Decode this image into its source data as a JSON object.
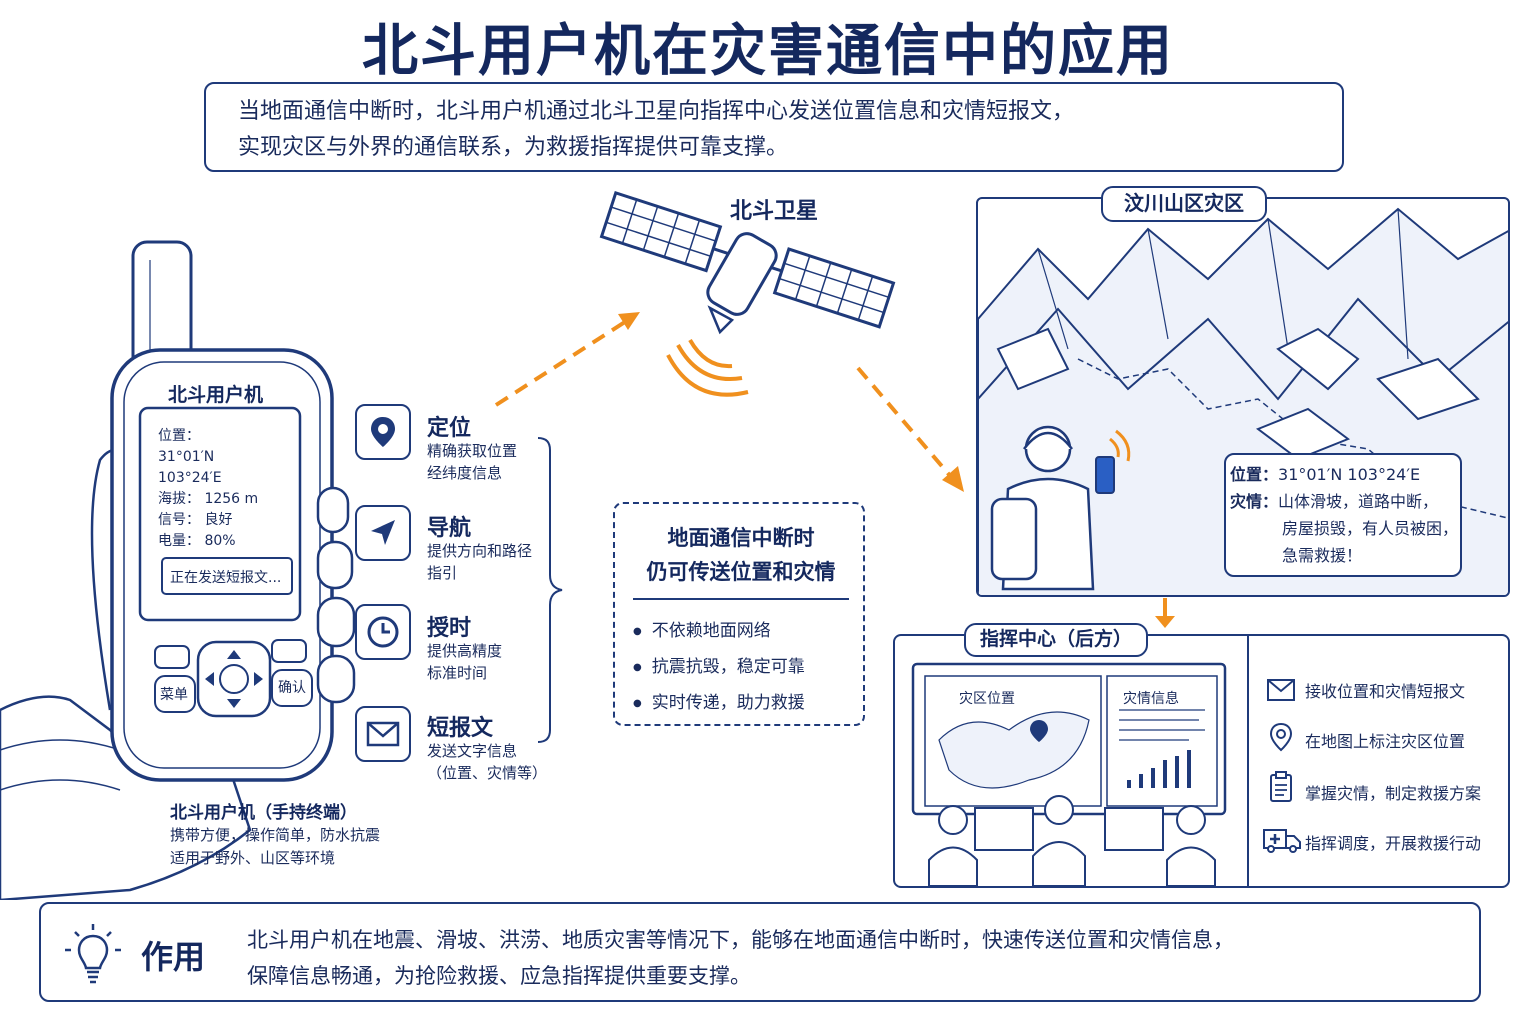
{
  "title": "北斗用户机在灾害通信中的应用",
  "intro": {
    "line1": "当地面通信中断时，北斗用户机通过北斗卫星向指挥中心发送位置信息和灾情短报文，",
    "line2": "实现灾区与外界的通信联系，为救援指挥提供可靠支撑。"
  },
  "device": {
    "brand": "北斗用户机",
    "screen": {
      "position_label": "位置：",
      "lat": "31°01′N",
      "lon": "103°24′E",
      "altitude": "海拔： 1256 m",
      "signal": "信号： 良好",
      "battery": "电量： 80%",
      "sending": "正在发送短报文..."
    },
    "menu_btn": "菜单",
    "ok_btn": "确认",
    "caption_title": "北斗用户机（手持终端）",
    "caption_line1": "携带方便，操作简单，防水抗震",
    "caption_line2": "适用于野外、山区等环境"
  },
  "features": [
    {
      "title": "定位",
      "desc1": "精确获取位置",
      "desc2": "经纬度信息",
      "icon": "location-pin-icon"
    },
    {
      "title": "导航",
      "desc1": "提供方向和路径",
      "desc2": "指引",
      "icon": "navigation-arrow-icon"
    },
    {
      "title": "授时",
      "desc1": "提供高精度",
      "desc2": "标准时间",
      "icon": "clock-icon"
    },
    {
      "title": "短报文",
      "desc1": "发送文字信息",
      "desc2": "（位置、灾情等）",
      "icon": "envelope-icon"
    }
  ],
  "satellite_label": "北斗卫星",
  "center_box": {
    "title1": "地面通信中断时",
    "title2": "仍可传送位置和灾情",
    "bullets": [
      "不依赖地面网络",
      "抗震抗毁，稳定可靠",
      "实时传递，助力救援"
    ]
  },
  "disaster": {
    "label": "汶川山区灾区",
    "position_key": "位置：",
    "position_val": "31°01′N  103°24′E",
    "situation_key": "灾情：",
    "situation_l1": "山体滑坡，道路中断，",
    "situation_l2": "房屋损毁，有人员被困，",
    "situation_l3": "急需救援！"
  },
  "command": {
    "label": "指挥中心（后方）",
    "map_label": "灾区位置",
    "info_label": "灾情信息",
    "items": [
      {
        "text": "接收位置和灾情短报文",
        "icon": "envelope-icon"
      },
      {
        "text": "在地图上标注灾区位置",
        "icon": "location-pin-icon"
      },
      {
        "text": "掌握灾情，制定救援方案",
        "icon": "clipboard-icon"
      },
      {
        "text": "指挥调度，开展救援行动",
        "icon": "ambulance-icon"
      }
    ]
  },
  "bottom": {
    "label": "作用",
    "line1": "北斗用户机在地震、滑坡、洪涝、地质灾害等情况下，能够在地面通信中断时，快速传送位置和灾情信息，",
    "line2": "保障信息畅通，为抢险救援、应急指挥提供重要支撑。"
  },
  "colors": {
    "navy": "#1f3a7a",
    "orange": "#f0901e"
  }
}
